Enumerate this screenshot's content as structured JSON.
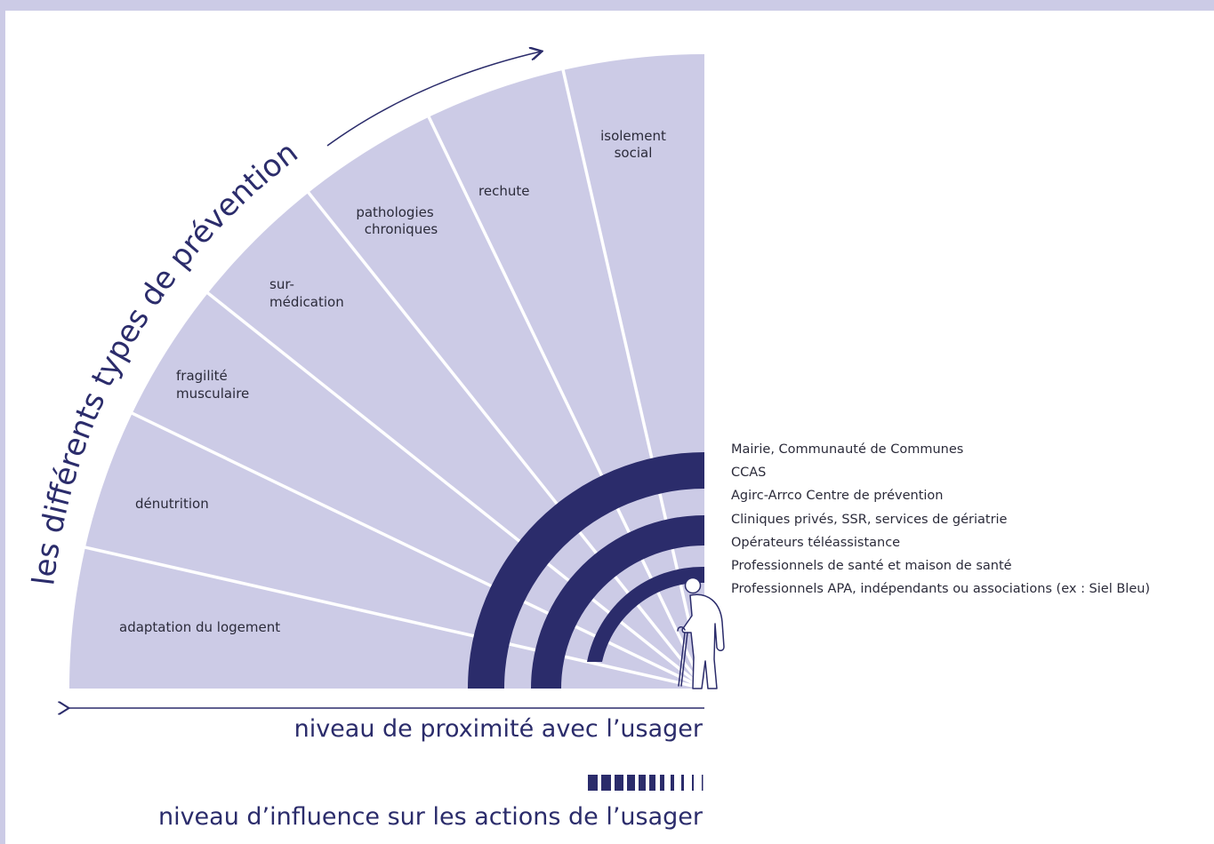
{
  "diagram": {
    "arc_title": "les différents types de prévention",
    "segments": [
      {
        "lines": [
          "adaptation du logement"
        ]
      },
      {
        "lines": [
          "dénutrition"
        ]
      },
      {
        "lines": [
          "fragilité",
          "musculaire"
        ]
      },
      {
        "lines": [
          "sur-",
          "médication"
        ]
      },
      {
        "lines": [
          "pathologies",
          "chroniques"
        ]
      },
      {
        "lines": [
          "rechute"
        ]
      },
      {
        "lines": [
          "isolement",
          "social"
        ]
      }
    ],
    "actors": [
      "Mairie, Communauté de Communes",
      "CCAS",
      "Agirc-Arrco Centre de prévention",
      "Cliniques privés, SSR, services de gériatrie",
      "Opérateurs téléassistance",
      "Professionnels de santé et maison de santé",
      "Professionnels APA, indépendants ou associations (ex : Siel Bleu)"
    ],
    "proximity_axis_label": "niveau de proximité avec l’usager",
    "influence_axis_label": "niveau d’influence sur les actions de l’usager",
    "icons": {
      "user": "elderly-person-with-cane-icon",
      "arrow_left": "arrow-left-icon",
      "arrow_curved": "curved-arrow-right-icon"
    },
    "colors": {
      "background": "#cccbe6",
      "segment_fill": "#cccbe6",
      "accent": "#2b2c6b",
      "text": "#2b2b3a"
    }
  }
}
